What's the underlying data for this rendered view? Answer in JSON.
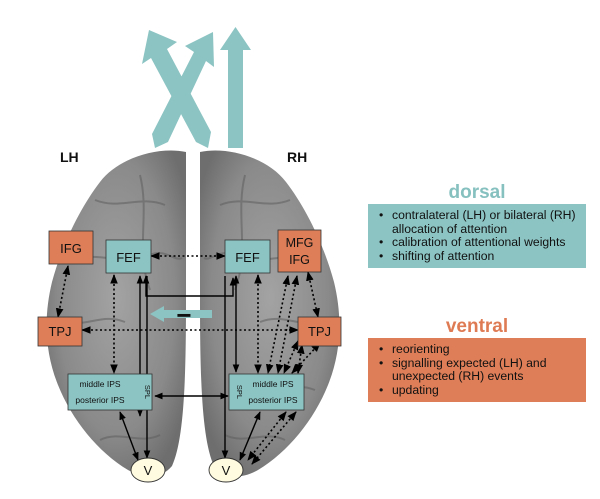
{
  "colors": {
    "dorsal": "#8cc4c3",
    "ventral": "#dd7e58",
    "dorsal_title": "#86c0bf",
    "ventral_title": "#df7b54",
    "brain": "#8f8f8f"
  },
  "hemispheres": {
    "left": "LH",
    "right": "RH"
  },
  "regions": {
    "ifg_left": "IFG",
    "fef_left": "FEF",
    "fef_right": "FEF",
    "mfg_right": "MFG",
    "ifg_right": "IFG",
    "tpj_left": "TPJ",
    "tpj_right": "TPJ",
    "middle_ips_left": "middle IPS",
    "posterior_ips_left": "posterior IPS",
    "spl_left": "SPL",
    "middle_ips_right": "middle IPS",
    "posterior_ips_right": "posterior IPS",
    "spl_right": "SPL",
    "v_left": "V",
    "v_right": "V"
  },
  "dorsal": {
    "title": "dorsal",
    "items": [
      "contralateral (LH) or bilateral (RH) allocation of attention",
      "calibration of attentional weights",
      "shifting of attention"
    ]
  },
  "ventral": {
    "title": "ventral",
    "items": [
      "reorienting",
      "signalling expected (LH) and unexpected (RH) events",
      "updating"
    ]
  },
  "inhibition_symbol": "−"
}
